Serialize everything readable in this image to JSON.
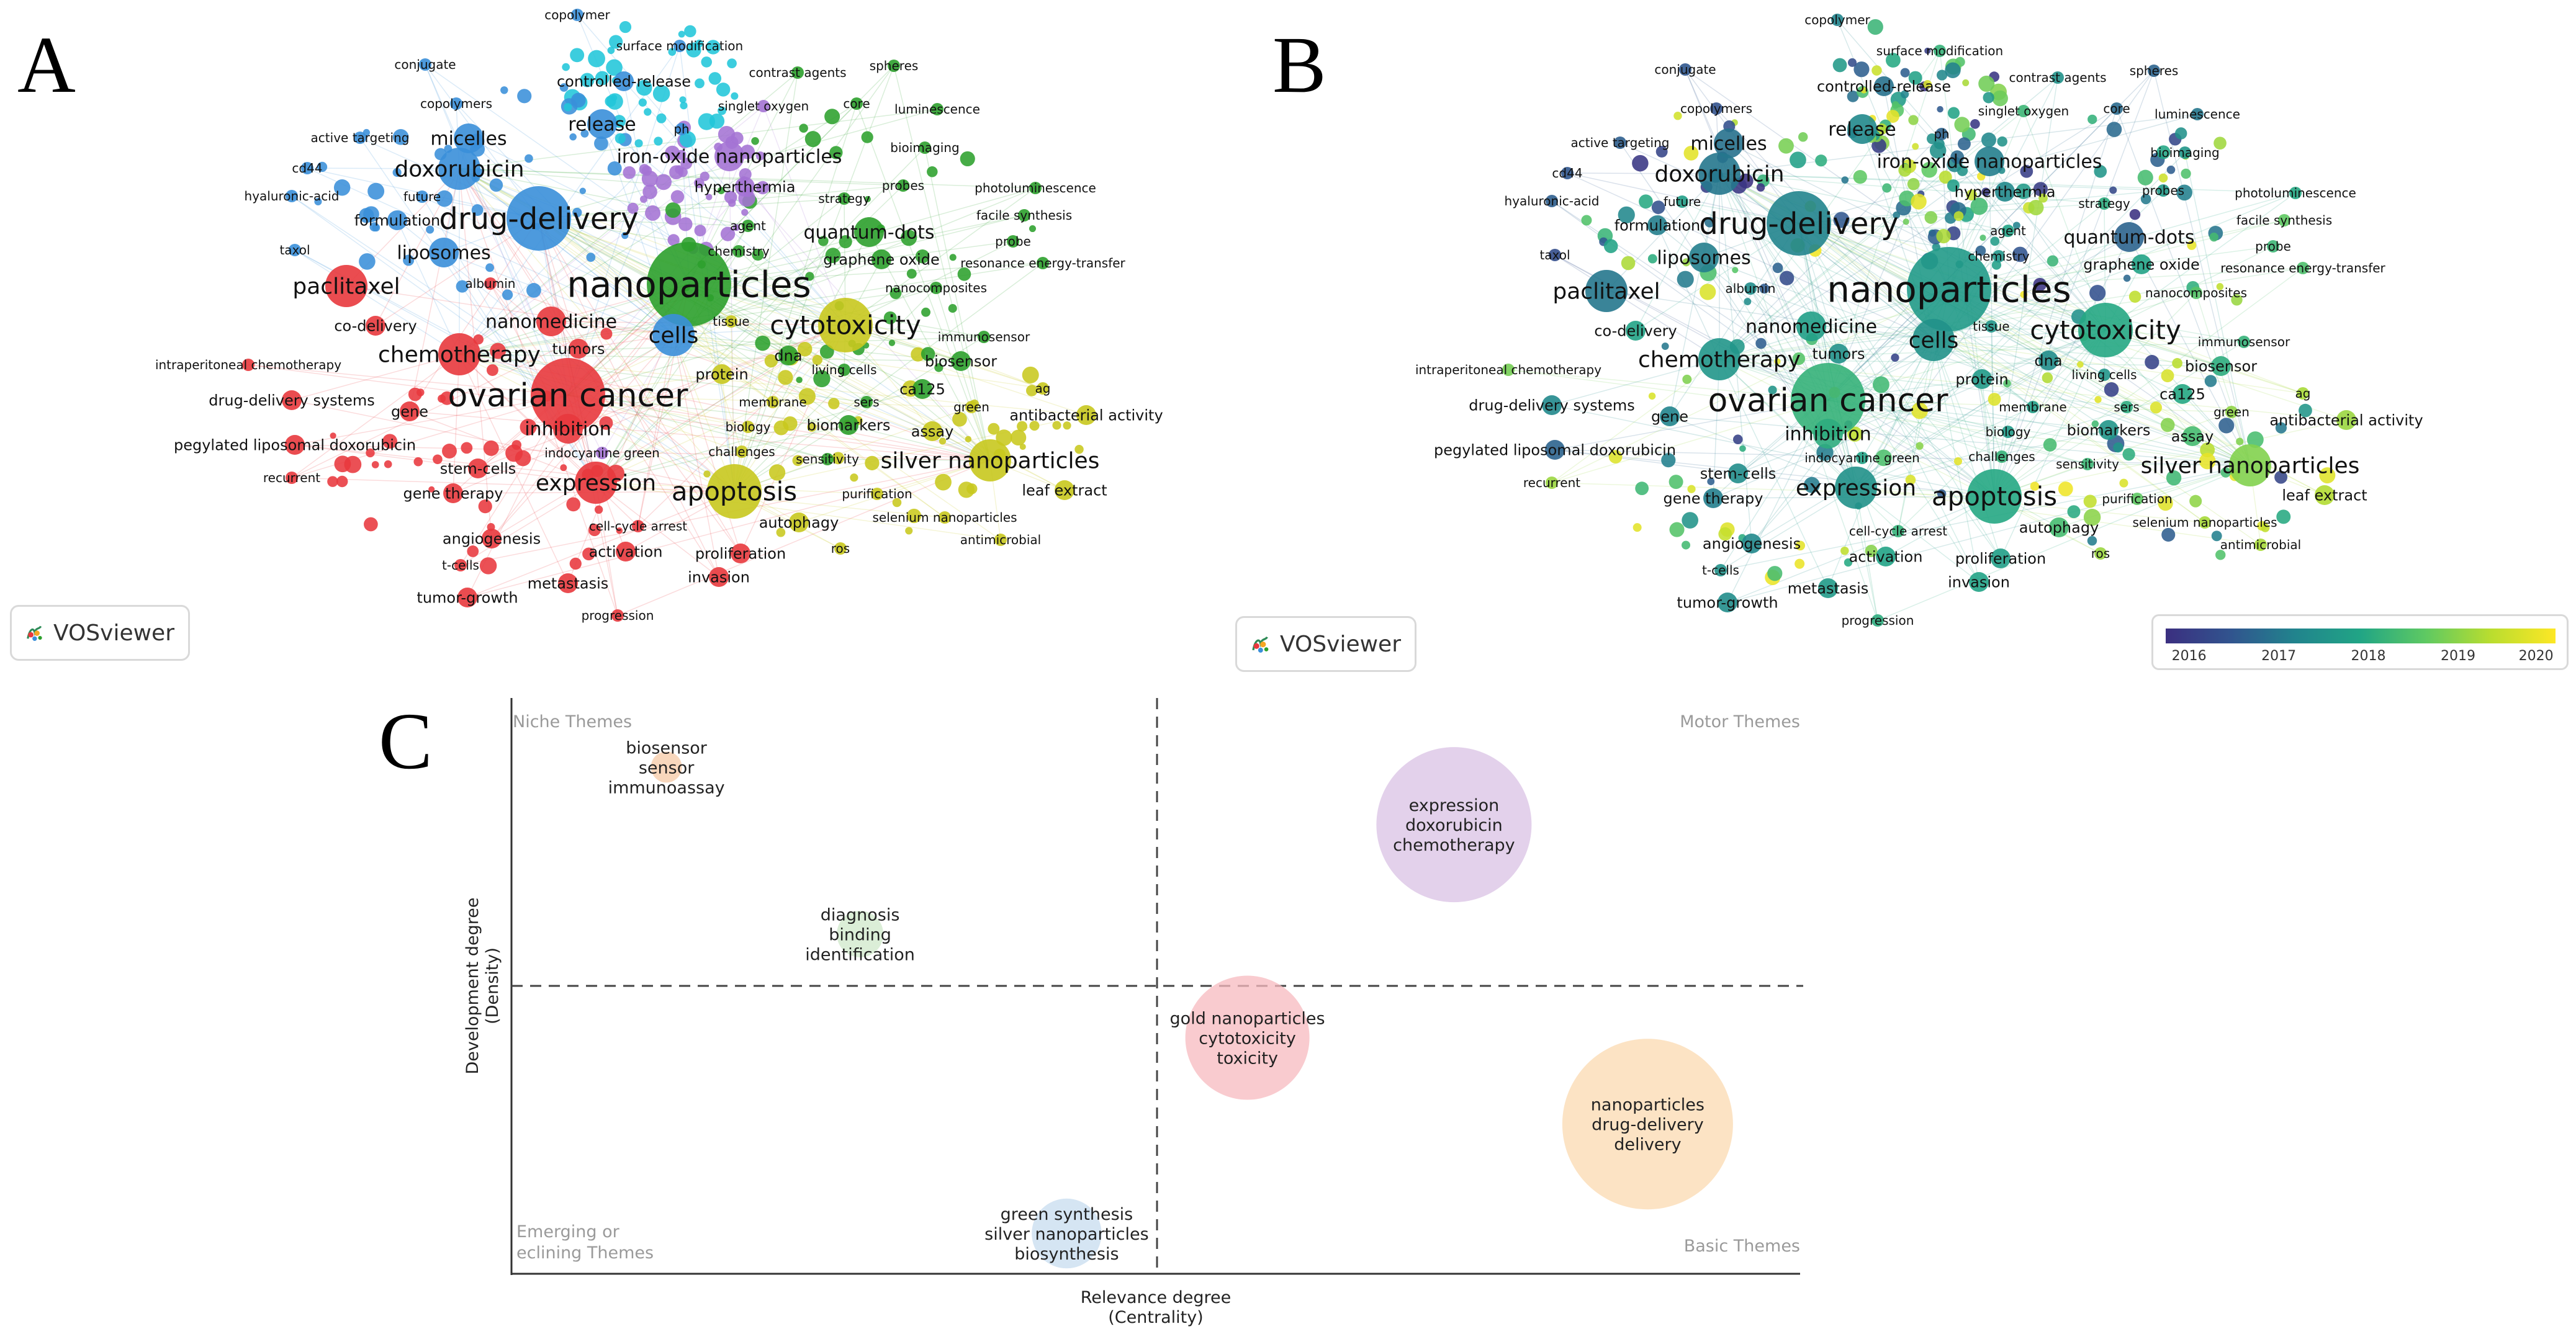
{
  "panel_letters": {
    "a": "A",
    "b": "B",
    "c": "C"
  },
  "vosviewer_label": "VOSviewer",
  "colors": {
    "cluster_red": "#e8383d",
    "cluster_green": "#2ca02c",
    "cluster_blue": "#3a8fd9",
    "cluster_yellow": "#c8c81e",
    "cluster_purple": "#a473d4",
    "cluster_cyan": "#21c6d9",
    "links": "#b9c9da"
  },
  "network_keywords": [
    {
      "term": "copolymer",
      "cluster": "blue",
      "year": 2017.5,
      "size": 1
    },
    {
      "term": "surface modification",
      "cluster": "blue",
      "year": 2018.5,
      "size": 1
    },
    {
      "term": "conjugate",
      "cluster": "blue",
      "year": 2016.8,
      "size": 1
    },
    {
      "term": "controlled-release",
      "cluster": "blue",
      "year": 2017.2,
      "size": 2
    },
    {
      "term": "contrast agents",
      "cluster": "green",
      "year": 2017.8,
      "size": 1
    },
    {
      "term": "spheres",
      "cluster": "green",
      "year": 2017.0,
      "size": 1
    },
    {
      "term": "copolymers",
      "cluster": "blue",
      "year": 2016.7,
      "size": 1
    },
    {
      "term": "singlet oxygen",
      "cluster": "purple",
      "year": 2018.6,
      "size": 1
    },
    {
      "term": "core",
      "cluster": "green",
      "year": 2017.1,
      "size": 1
    },
    {
      "term": "luminescence",
      "cluster": "green",
      "year": 2017.3,
      "size": 1
    },
    {
      "term": "release",
      "cluster": "blue",
      "year": 2017.6,
      "size": 3
    },
    {
      "term": "ph",
      "cluster": "blue",
      "year": 2017.0,
      "size": 1
    },
    {
      "term": "active targeting",
      "cluster": "blue",
      "year": 2016.9,
      "size": 1
    },
    {
      "term": "micelles",
      "cluster": "blue",
      "year": 2017.2,
      "size": 3
    },
    {
      "term": "iron-oxide nanoparticles",
      "cluster": "purple",
      "year": 2017.4,
      "size": 3
    },
    {
      "term": "bioimaging",
      "cluster": "green",
      "year": 2017.9,
      "size": 1
    },
    {
      "term": "cd44",
      "cluster": "blue",
      "year": 2016.8,
      "size": 1
    },
    {
      "term": "doxorubicin",
      "cluster": "blue",
      "year": 2017.3,
      "size": 4
    },
    {
      "term": "hyperthermia",
      "cluster": "purple",
      "year": 2017.6,
      "size": 2
    },
    {
      "term": "probes",
      "cluster": "green",
      "year": 2018.0,
      "size": 1
    },
    {
      "term": "photoluminescence",
      "cluster": "green",
      "year": 2018.3,
      "size": 1
    },
    {
      "term": "hyaluronic-acid",
      "cluster": "blue",
      "year": 2016.9,
      "size": 1
    },
    {
      "term": "future",
      "cluster": "blue",
      "year": 2018.1,
      "size": 1
    },
    {
      "term": "strategy",
      "cluster": "green",
      "year": 2018.4,
      "size": 1
    },
    {
      "term": "formulation",
      "cluster": "blue",
      "year": 2017.4,
      "size": 2
    },
    {
      "term": "drug-delivery",
      "cluster": "blue",
      "year": 2017.5,
      "size": 6
    },
    {
      "term": "agent",
      "cluster": "green",
      "year": 2018.2,
      "size": 1
    },
    {
      "term": "facile synthesis",
      "cluster": "green",
      "year": 2019.0,
      "size": 1
    },
    {
      "term": "quantum-dots",
      "cluster": "green",
      "year": 2017.0,
      "size": 3
    },
    {
      "term": "liposomes",
      "cluster": "blue",
      "year": 2017.4,
      "size": 3
    },
    {
      "term": "probe",
      "cluster": "green",
      "year": 2018.6,
      "size": 1
    },
    {
      "term": "taxol",
      "cluster": "blue",
      "year": 2016.6,
      "size": 1
    },
    {
      "term": "chemistry",
      "cluster": "green",
      "year": 2017.9,
      "size": 1
    },
    {
      "term": "graphene oxide",
      "cluster": "green",
      "year": 2018.2,
      "size": 2
    },
    {
      "term": "resonance energy-transfer",
      "cluster": "green",
      "year": 2018.8,
      "size": 1
    },
    {
      "term": "albumin",
      "cluster": "red",
      "year": 2017.7,
      "size": 1
    },
    {
      "term": "paclitaxel",
      "cluster": "red",
      "year": 2017.3,
      "size": 4
    },
    {
      "term": "nanoparticles",
      "cluster": "green",
      "year": 2018.0,
      "size": 8
    },
    {
      "term": "nanocomposites",
      "cluster": "green",
      "year": 2018.9,
      "size": 1
    },
    {
      "term": "co-delivery",
      "cluster": "red",
      "year": 2018.2,
      "size": 2
    },
    {
      "term": "nanomedicine",
      "cluster": "red",
      "year": 2018.1,
      "size": 3
    },
    {
      "term": "tissue",
      "cluster": "yellow",
      "year": 2017.9,
      "size": 1
    },
    {
      "term": "cytotoxicity",
      "cluster": "yellow",
      "year": 2018.3,
      "size": 5
    },
    {
      "term": "cells",
      "cluster": "blue",
      "year": 2017.8,
      "size": 4
    },
    {
      "term": "immunosensor",
      "cluster": "green",
      "year": 2018.5,
      "size": 1
    },
    {
      "term": "chemotherapy",
      "cluster": "red",
      "year": 2017.9,
      "size": 4
    },
    {
      "term": "tumors",
      "cluster": "red",
      "year": 2017.8,
      "size": 2
    },
    {
      "term": "biosensor",
      "cluster": "green",
      "year": 2018.4,
      "size": 2
    },
    {
      "term": "intraperitoneal chemotherapy",
      "cluster": "red",
      "year": 2019.2,
      "size": 1
    },
    {
      "term": "dna",
      "cluster": "green",
      "year": 2017.7,
      "size": 2
    },
    {
      "term": "living cells",
      "cluster": "green",
      "year": 2017.9,
      "size": 1
    },
    {
      "term": "protein",
      "cluster": "yellow",
      "year": 2018.0,
      "size": 2
    },
    {
      "term": "ca125",
      "cluster": "green",
      "year": 2018.3,
      "size": 2
    },
    {
      "term": "ag",
      "cluster": "yellow",
      "year": 2019.6,
      "size": 1
    },
    {
      "term": "drug-delivery systems",
      "cluster": "red",
      "year": 2017.6,
      "size": 2
    },
    {
      "term": "ovarian cancer",
      "cluster": "red",
      "year": 2018.5,
      "size": 7
    },
    {
      "term": "membrane",
      "cluster": "yellow",
      "year": 2018.1,
      "size": 1
    },
    {
      "term": "sers",
      "cluster": "green",
      "year": 2018.4,
      "size": 1
    },
    {
      "term": "green",
      "cluster": "yellow",
      "year": 2019.4,
      "size": 1
    },
    {
      "term": "gene",
      "cluster": "red",
      "year": 2017.5,
      "size": 2
    },
    {
      "term": "inhibition",
      "cluster": "red",
      "year": 2018.4,
      "size": 3
    },
    {
      "term": "biology",
      "cluster": "yellow",
      "year": 2018.0,
      "size": 1
    },
    {
      "term": "biomarkers",
      "cluster": "green",
      "year": 2017.9,
      "size": 2
    },
    {
      "term": "assay",
      "cluster": "yellow",
      "year": 2018.7,
      "size": 2
    },
    {
      "term": "antibacterial activity",
      "cluster": "yellow",
      "year": 2019.5,
      "size": 2
    },
    {
      "term": "pegylated liposomal doxorubicin",
      "cluster": "red",
      "year": 2017.0,
      "size": 2
    },
    {
      "term": "indocyanine green",
      "cluster": "purple",
      "year": 2018.2,
      "size": 1
    },
    {
      "term": "challenges",
      "cluster": "yellow",
      "year": 2018.5,
      "size": 1
    },
    {
      "term": "sensitivity",
      "cluster": "green",
      "year": 2018.6,
      "size": 1
    },
    {
      "term": "silver nanoparticles",
      "cluster": "yellow",
      "year": 2019.3,
      "size": 4
    },
    {
      "term": "stem-cells",
      "cluster": "red",
      "year": 2017.7,
      "size": 2
    },
    {
      "term": "recurrent",
      "cluster": "red",
      "year": 2019.5,
      "size": 1
    },
    {
      "term": "expression",
      "cluster": "red",
      "year": 2017.8,
      "size": 4
    },
    {
      "term": "apoptosis",
      "cluster": "yellow",
      "year": 2018.3,
      "size": 5
    },
    {
      "term": "gene therapy",
      "cluster": "red",
      "year": 2017.4,
      "size": 2
    },
    {
      "term": "purification",
      "cluster": "yellow",
      "year": 2019.0,
      "size": 1
    },
    {
      "term": "leaf extract",
      "cluster": "yellow",
      "year": 2019.7,
      "size": 2
    },
    {
      "term": "cell-cycle arrest",
      "cluster": "red",
      "year": 2018.5,
      "size": 1
    },
    {
      "term": "autophagy",
      "cluster": "yellow",
      "year": 2018.7,
      "size": 2
    },
    {
      "term": "selenium nanoparticles",
      "cluster": "yellow",
      "year": 2019.6,
      "size": 1
    },
    {
      "term": "angiogenesis",
      "cluster": "red",
      "year": 2017.6,
      "size": 2
    },
    {
      "term": "activation",
      "cluster": "red",
      "year": 2018.2,
      "size": 2
    },
    {
      "term": "antimicrobial",
      "cluster": "yellow",
      "year": 2019.6,
      "size": 1
    },
    {
      "term": "proliferation",
      "cluster": "red",
      "year": 2018.1,
      "size": 2
    },
    {
      "term": "ros",
      "cluster": "yellow",
      "year": 2019.5,
      "size": 1
    },
    {
      "term": "t-cells",
      "cluster": "red",
      "year": 2017.8,
      "size": 1
    },
    {
      "term": "invasion",
      "cluster": "red",
      "year": 2018.2,
      "size": 2
    },
    {
      "term": "metastasis",
      "cluster": "red",
      "year": 2018.0,
      "size": 2
    },
    {
      "term": "tumor-growth",
      "cluster": "red",
      "year": 2017.7,
      "size": 2
    },
    {
      "term": "progression",
      "cluster": "red",
      "year": 2018.4,
      "size": 1
    }
  ],
  "overlay_legend": {
    "ticks": [
      "2016",
      "2017",
      "2018",
      "2019",
      "2020"
    ],
    "min_year": 2016,
    "max_year": 2020.5
  },
  "chart_data": {
    "type": "scatter",
    "xlabel": "Relevance degree\n(Centrality)",
    "ylabel": "Development degree\n(Density)",
    "quadrants": {
      "top_left": "Niche Themes",
      "top_right": "Motor Themes",
      "bottom_left": "Emerging or\neclining Themes",
      "bottom_right": "Basic Themes"
    },
    "xlim": [
      0,
      100
    ],
    "ylim": [
      0,
      100
    ],
    "median_lines": {
      "x": 50,
      "y": 50
    },
    "series": [
      {
        "lines": [
          "biosensor",
          "sensor",
          "immunoassay"
        ],
        "x": 12,
        "y": 88,
        "size": 0.2,
        "color": "#f6c9a6"
      },
      {
        "lines": [
          "diagnosis",
          "binding",
          "identification"
        ],
        "x": 27,
        "y": 59,
        "size": 0.3,
        "color": "#cfe8c9"
      },
      {
        "lines": [
          "expression",
          "doxorubicin",
          "chemotherapy"
        ],
        "x": 73,
        "y": 78,
        "size": 1.0,
        "color": "#d9c2e4"
      },
      {
        "lines": [
          "gold nanoparticles",
          "cytotoxicity",
          "toxicity"
        ],
        "x": 57,
        "y": 41,
        "size": 0.8,
        "color": "#f7b9bf"
      },
      {
        "lines": [
          "nanoparticles",
          "drug-delivery",
          "delivery"
        ],
        "x": 88,
        "y": 26,
        "size": 1.1,
        "color": "#fbd9b0"
      },
      {
        "lines": [
          "green synthesis",
          "silver nanoparticles",
          "biosynthesis"
        ],
        "x": 43,
        "y": 7,
        "size": 0.45,
        "color": "#c7dcef"
      }
    ]
  }
}
